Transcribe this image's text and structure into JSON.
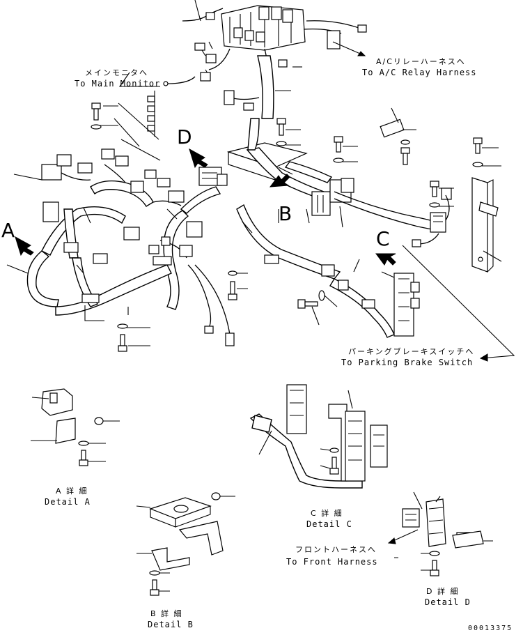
{
  "callouts": {
    "main_monitor": {
      "jp": "メインモニタへ",
      "en": "To Main Monitor"
    },
    "ac_relay": {
      "jp": "A/Cリレーハーネスへ",
      "en": "To A/C Relay Harness"
    },
    "parking_brake": {
      "jp": "パーキングブレーキスイッチへ",
      "en": "To Parking Brake Switch"
    },
    "front_harness": {
      "jp": "フロントハーネスへ",
      "en": "To Front Harness"
    }
  },
  "view_letters": {
    "a": "A",
    "b": "B",
    "c": "C",
    "d": "D"
  },
  "details": {
    "a": {
      "jp": "A 詳 細",
      "en": "Detail A"
    },
    "b": {
      "jp": "B 詳 細",
      "en": "Detail B"
    },
    "c": {
      "jp": "C 詳 細",
      "en": "Detail C"
    },
    "d": {
      "jp": "D 詳 細",
      "en": "Detail D"
    }
  },
  "drawing_number": "00013375"
}
